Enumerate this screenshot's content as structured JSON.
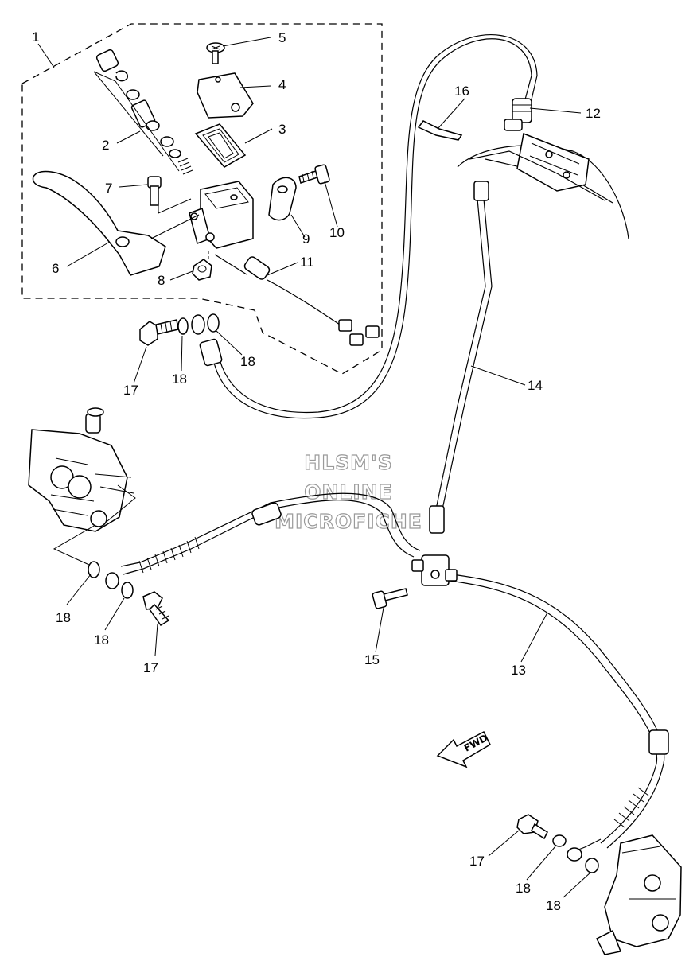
{
  "callouts": {
    "c1": "1",
    "c2": "2",
    "c3": "3",
    "c4": "4",
    "c5": "5",
    "c6": "6",
    "c7": "7",
    "c8": "8",
    "c9": "9",
    "c10": "10",
    "c11": "11",
    "c12": "12",
    "c13": "13",
    "c14": "14",
    "c15": "15",
    "c16": "16",
    "c17a": "17",
    "c17b": "17",
    "c17c": "17",
    "c18a": "18",
    "c18b": "18",
    "c18c": "18",
    "c18d": "18",
    "c18e": "18",
    "c18f": "18"
  },
  "watermark": {
    "line1": "HLSM'S",
    "line2": "ONLINE",
    "line3": "MICROFICHE"
  },
  "fwd_label": "FWD"
}
